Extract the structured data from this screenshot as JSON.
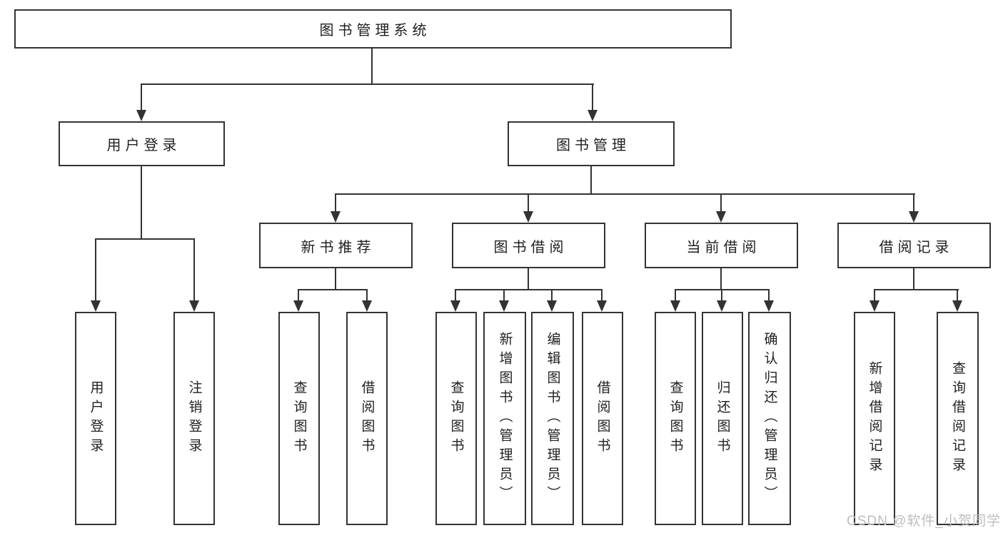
{
  "tree": {
    "title": "图书管理系统",
    "level2": [
      {
        "label": "用户登录"
      },
      {
        "label": "图书管理"
      }
    ],
    "level3": [
      {
        "label": "新书推荐"
      },
      {
        "label": "图书借阅"
      },
      {
        "label": "当前借阅"
      },
      {
        "label": "借阅记录"
      }
    ],
    "leaves": {
      "login": [
        {
          "label": "用户登录"
        },
        {
          "label": "注销登录"
        }
      ],
      "recommend": [
        {
          "label": "查询图书"
        },
        {
          "label": "借阅图书"
        }
      ],
      "borrow": [
        {
          "label": "查询图书"
        },
        {
          "label": "新增图书（管理员）"
        },
        {
          "label": "编辑图书（管理员）"
        },
        {
          "label": "借阅图书"
        }
      ],
      "current": [
        {
          "label": "查询图书"
        },
        {
          "label": "归还图书"
        },
        {
          "label": "确认归还（管理员）"
        }
      ],
      "records": [
        {
          "label": "新增借阅记录"
        },
        {
          "label": "查询借阅记录"
        }
      ]
    }
  },
  "watermark": "CSDN @软件_小贺同学",
  "colors": {
    "line": "#333333",
    "text": "#1f1f1f",
    "watermark": "#bdbdbd",
    "background": "#ffffff"
  }
}
